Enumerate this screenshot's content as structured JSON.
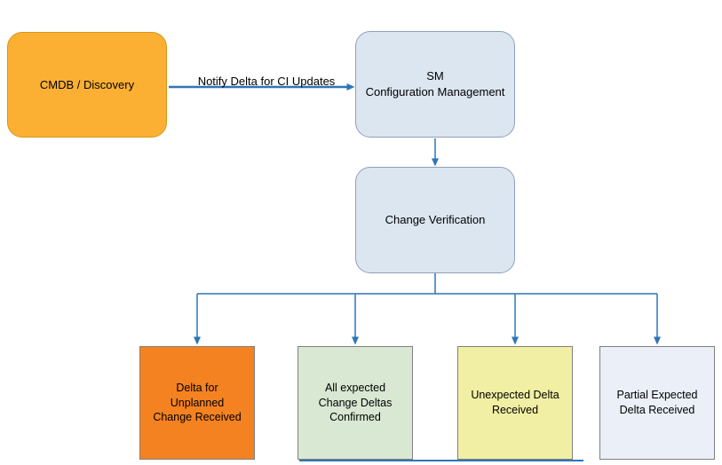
{
  "nodes": {
    "cmdb": {
      "label": "CMDB / Discovery"
    },
    "sm": {
      "line1": "SM",
      "line2": "Configuration Management"
    },
    "change_verification": {
      "label": "Change Verification"
    },
    "delta_unplanned": {
      "label": "Delta for Unplanned Change Received"
    },
    "all_expected": {
      "label": "All expected Change Deltas Confirmed"
    },
    "unexpected_delta": {
      "label": "Unexpected Delta Received"
    },
    "partial_expected": {
      "label": "Partial Expected Delta Received"
    }
  },
  "edges": {
    "notify_label": "Notify Delta for CI Updates"
  },
  "colors": {
    "cmdb-fill": "#FBB034",
    "cmdb-border": "#D89614",
    "process-fill": "#DCE6F1",
    "process-border": "#8E9FBC",
    "outcome-unplanned-fill": "#F58220",
    "outcome-expected-fill": "#D8E8D3",
    "outcome-unexpected-fill": "#F1EFA3",
    "outcome-partial-fill": "#EAEFF8",
    "outcome-border": "#808080",
    "arrow": "#2E75B6",
    "text": "#000000"
  }
}
